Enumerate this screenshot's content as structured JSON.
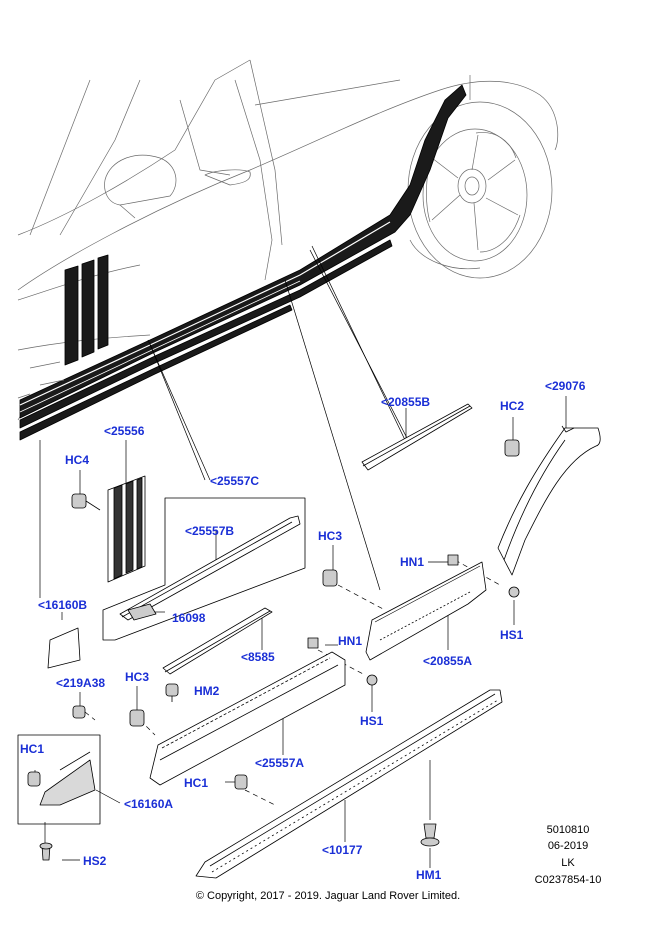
{
  "colors": {
    "label": "#1a2fd6",
    "line": "#000000",
    "stripe": "#1a1a1a",
    "fill": "#d9d9d9"
  },
  "labels": {
    "p25556": "<25556",
    "hc4": "HC4",
    "p16160b": "<16160B",
    "p25557c": "<25557C",
    "p25557b": "<25557B",
    "p16098": "16098",
    "p8585": "<8585",
    "p20855b": "<20855B",
    "hc2": "HC2",
    "p29076": "<29076",
    "hc3a": "HC3",
    "hn1a": "HN1",
    "hs1a": "HS1",
    "p20855a": "<20855A",
    "hn1b": "HN1",
    "hs1b": "HS1",
    "p219a38": "<219A38",
    "hc3b": "HC3",
    "hm2": "HM2",
    "p25557a": "<25557A",
    "hc1a": "HC1",
    "hc1b": "HC1",
    "p16160a": "<16160A",
    "hs2": "HS2",
    "p10177": "<10177",
    "hm1": "HM1"
  },
  "meta": {
    "code1": "5010810",
    "date": "06-2019",
    "initials": "LK",
    "ref": "C0237854-10"
  },
  "copyright": "© Copyright, 2017 - 2019. Jaguar Land Rover Limited."
}
